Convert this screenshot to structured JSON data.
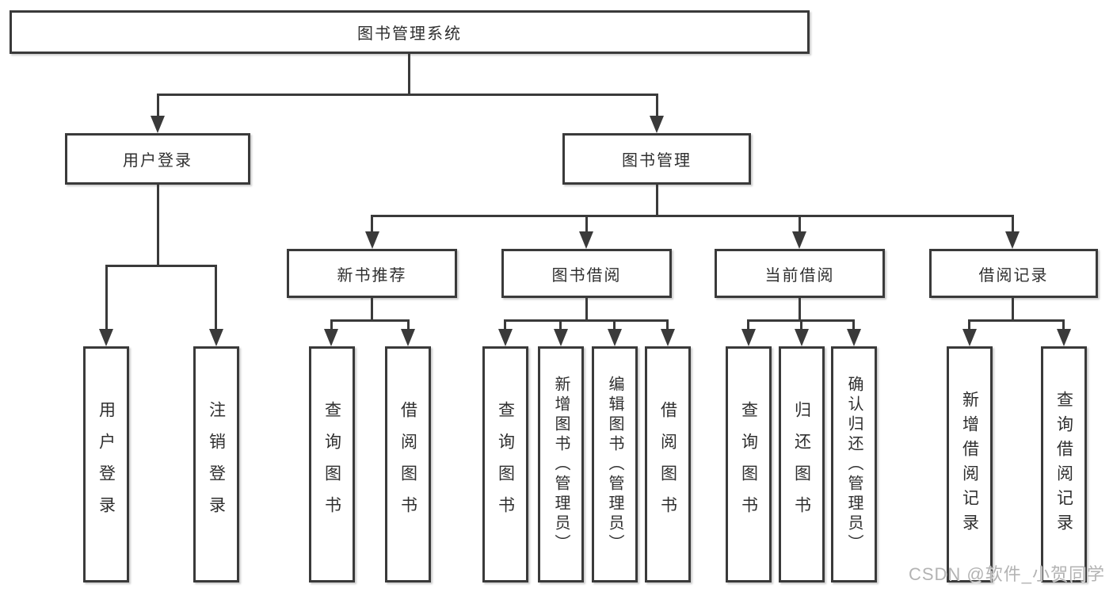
{
  "diagram": {
    "root": {
      "label": "图书管理系统"
    },
    "branches": [
      {
        "label": "用户登录",
        "children": [
          {
            "label": "用户登录"
          },
          {
            "label": "注销登录"
          }
        ]
      },
      {
        "label": "图书管理",
        "children": [
          {
            "label": "新书推荐",
            "children": [
              {
                "label": "查询图书"
              },
              {
                "label": "借阅图书"
              }
            ]
          },
          {
            "label": "图书借阅",
            "children": [
              {
                "label": "查询图书"
              },
              {
                "label": "新增图书（管理员）"
              },
              {
                "label": "编辑图书（管理员）"
              },
              {
                "label": "借阅图书"
              }
            ]
          },
          {
            "label": "当前借阅",
            "children": [
              {
                "label": "查询图书"
              },
              {
                "label": "归还图书"
              },
              {
                "label": "确认归还（管理员）"
              }
            ]
          },
          {
            "label": "借阅记录",
            "children": [
              {
                "label": "新增借阅记录"
              },
              {
                "label": "查询借阅记录"
              }
            ]
          }
        ]
      }
    ]
  },
  "watermark": {
    "text": "CSDN @软件_小贺同学"
  },
  "colors": {
    "line": "#3a3a3a",
    "text": "#2f2f2f",
    "background": "#ffffff",
    "watermark": "#b3b3b3"
  }
}
